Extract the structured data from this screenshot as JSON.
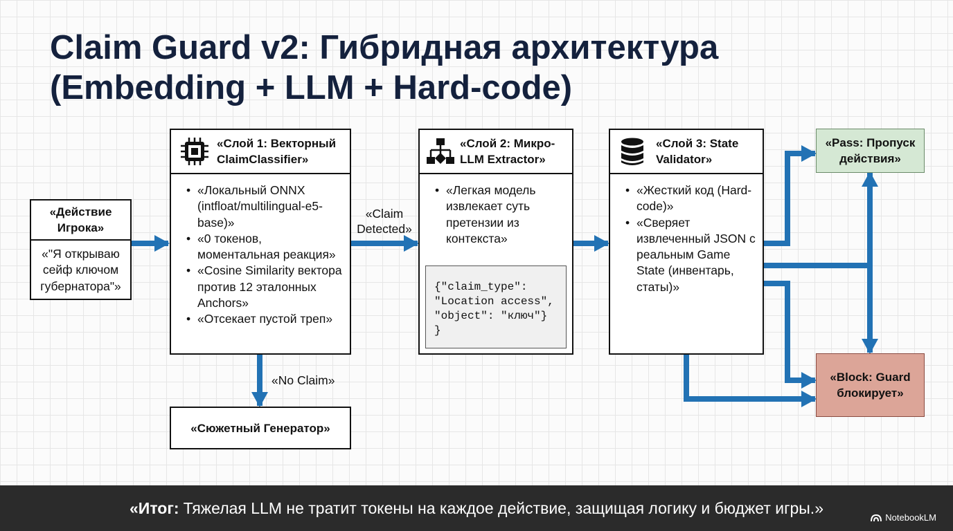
{
  "title": {
    "line1": "Claim Guard v2: Гибридная архитектура",
    "line2": "(Embedding + LLM + Hard-code)"
  },
  "player_action": {
    "header": "«Действие Игрока»",
    "text": "«\"Я открываю сейф ключом губернатора\"»"
  },
  "layer1": {
    "header": "«Слой 1: Векторный ClaimClassifier»",
    "icon": "chip-icon",
    "bullets": [
      "«Локальный ONNX (intfloat/multilingual-e5-base)»",
      "«0 токенов, моментальная реакция»",
      "«Cosine Similarity вектора против 12 эталонных Anchors»",
      "«Отсекает пустой треп»"
    ]
  },
  "layer2": {
    "header": "«Слой 2: Микро-LLM Extractor»",
    "icon": "flowchart-icon",
    "bullets": [
      "«Легкая модель извлекает суть претензии из контекста»"
    ],
    "code": "{\"claim_type\":\n\"Location access\",\n\"object\": \"ключ\"}\n}"
  },
  "layer3": {
    "header": "«Слой 3: State Validator»",
    "icon": "database-icon",
    "bullets": [
      "«Жесткий код (Hard-code)»",
      "«Сверяет извлеченный JSON с реальным Game State (инвентарь, статы)»"
    ]
  },
  "pass_box": {
    "text": "«Pass: Пропуск действия»",
    "fill": "#d5e8d4"
  },
  "block_box": {
    "text": "«Block: Guard блокирует»",
    "fill": "#dca598"
  },
  "story_generator": {
    "text": "«Сюжетный Генератор»"
  },
  "edge_labels": {
    "claim_detected": "«Claim Detected»",
    "no_claim": "«No Claim»"
  },
  "footer": {
    "bold": "«Итог:",
    "text": "Тяжелая LLM не тратит токены на каждое действие, защищая логику и бюджет игры.»",
    "brand": "NotebookLM"
  },
  "colors": {
    "arrow": "#2272b4",
    "title": "#14213d",
    "footer_bg": "#2b2b2b"
  }
}
